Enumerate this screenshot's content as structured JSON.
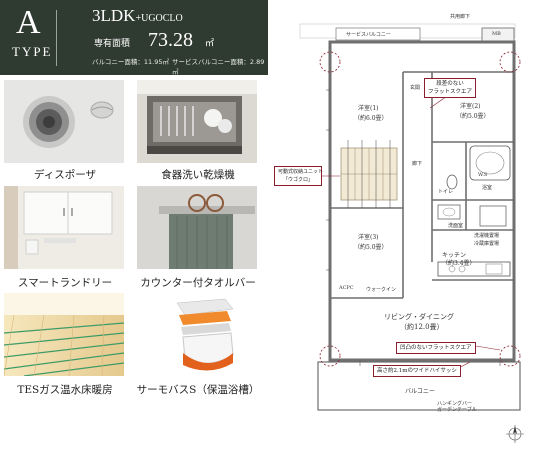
{
  "header": {
    "type_letter": "A",
    "type_word": "TYPE",
    "plan_name": "3LDK",
    "plan_suffix": "+UGOCLO",
    "area_label": "専有面積",
    "area_value": "73.28",
    "area_unit": "㎡",
    "balcony_area": "バルコニー面積：11.95㎡",
    "service_balcony_area": "サービスバルコニー面積：2.89㎡"
  },
  "features": [
    {
      "caption": "ディスポーザ"
    },
    {
      "caption": "食器洗い乾燥機"
    },
    {
      "caption": "スマートランドリー"
    },
    {
      "caption": "カウンター付タオルバー"
    },
    {
      "caption": "TESガス温水床暖房"
    },
    {
      "caption": "サーモバスS（保温浴槽）"
    }
  ],
  "floorplan": {
    "corridor": "共用廊下",
    "service_balcony": "サービスバルコニー",
    "mb": "MB",
    "entrance": "玄関",
    "room1": "洋室(1)",
    "room1_size": "（約6.0畳）",
    "room2": "洋室(2)",
    "room2_size": "（約5.0畳）",
    "room3": "洋室(3)",
    "room3_size": "（約5.0畳）",
    "hallway": "廊下",
    "bath": "浴室",
    "toilet": "トイレ",
    "washroom": "洗面室",
    "laundry": "洗濯機置場",
    "fridge": "冷蔵庫置場",
    "walkin": "ウォークイン",
    "kitchen": "キッチン",
    "kitchen_size": "（約3.4畳）",
    "ldk": "リビング・ダイニング",
    "ldk_size": "（約12.0畳）",
    "balcony": "バルコニー",
    "hanging": "ハンギングバー",
    "hanging2": "ガーデンテーブル",
    "acpc": "ACPC",
    "ws": "W.S",
    "callout_flat1": "段差のない\nフラットスクエア",
    "callout_ugoclo": "可動式収納ユニット\n「ウゴクロ」",
    "callout_flat2": "凹凸のないフラットスクエア",
    "callout_sash": "高さ約2.1mのワイドハイサッシ"
  },
  "colors": {
    "header_bg": "#2f3a31",
    "callout_border": "#8b1e2d",
    "ugoclo_fill": "#f3ead6",
    "wall": "#6f6f6f"
  }
}
